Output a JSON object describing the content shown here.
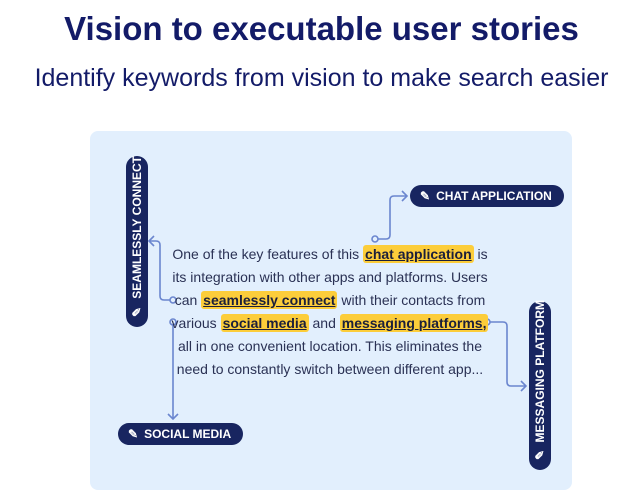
{
  "header": {
    "title": "Vision to executable user stories",
    "subtitle": "Identify keywords from vision to make search easier"
  },
  "text": {
    "l1a": "One of the key features of this ",
    "l1k": "chat application",
    "l1b": " is",
    "l2": "its integration with other apps and platforms. Users",
    "l3a": "can ",
    "l3k": "seamlessly connect",
    "l3b": " with their contacts from",
    "l4a": "various ",
    "l4k1": "social media",
    "l4b": " and ",
    "l4k2": "messaging platforms,",
    "l5": "all in one convenient location. This eliminates the",
    "l6": "need to constantly switch between different app..."
  },
  "tags": {
    "chat": "CHAT APPLICATION",
    "seamless": "SEAMLESSLY CONNECT",
    "social": "SOCIAL MEDIA",
    "messaging": "MESSAGING PLATFORM"
  },
  "icons": {
    "tag": "pencil-icon"
  },
  "colors": {
    "navy": "#182560",
    "highlight": "#fccd3a",
    "panel": "#e2effd",
    "connector": "#6b86cf"
  }
}
